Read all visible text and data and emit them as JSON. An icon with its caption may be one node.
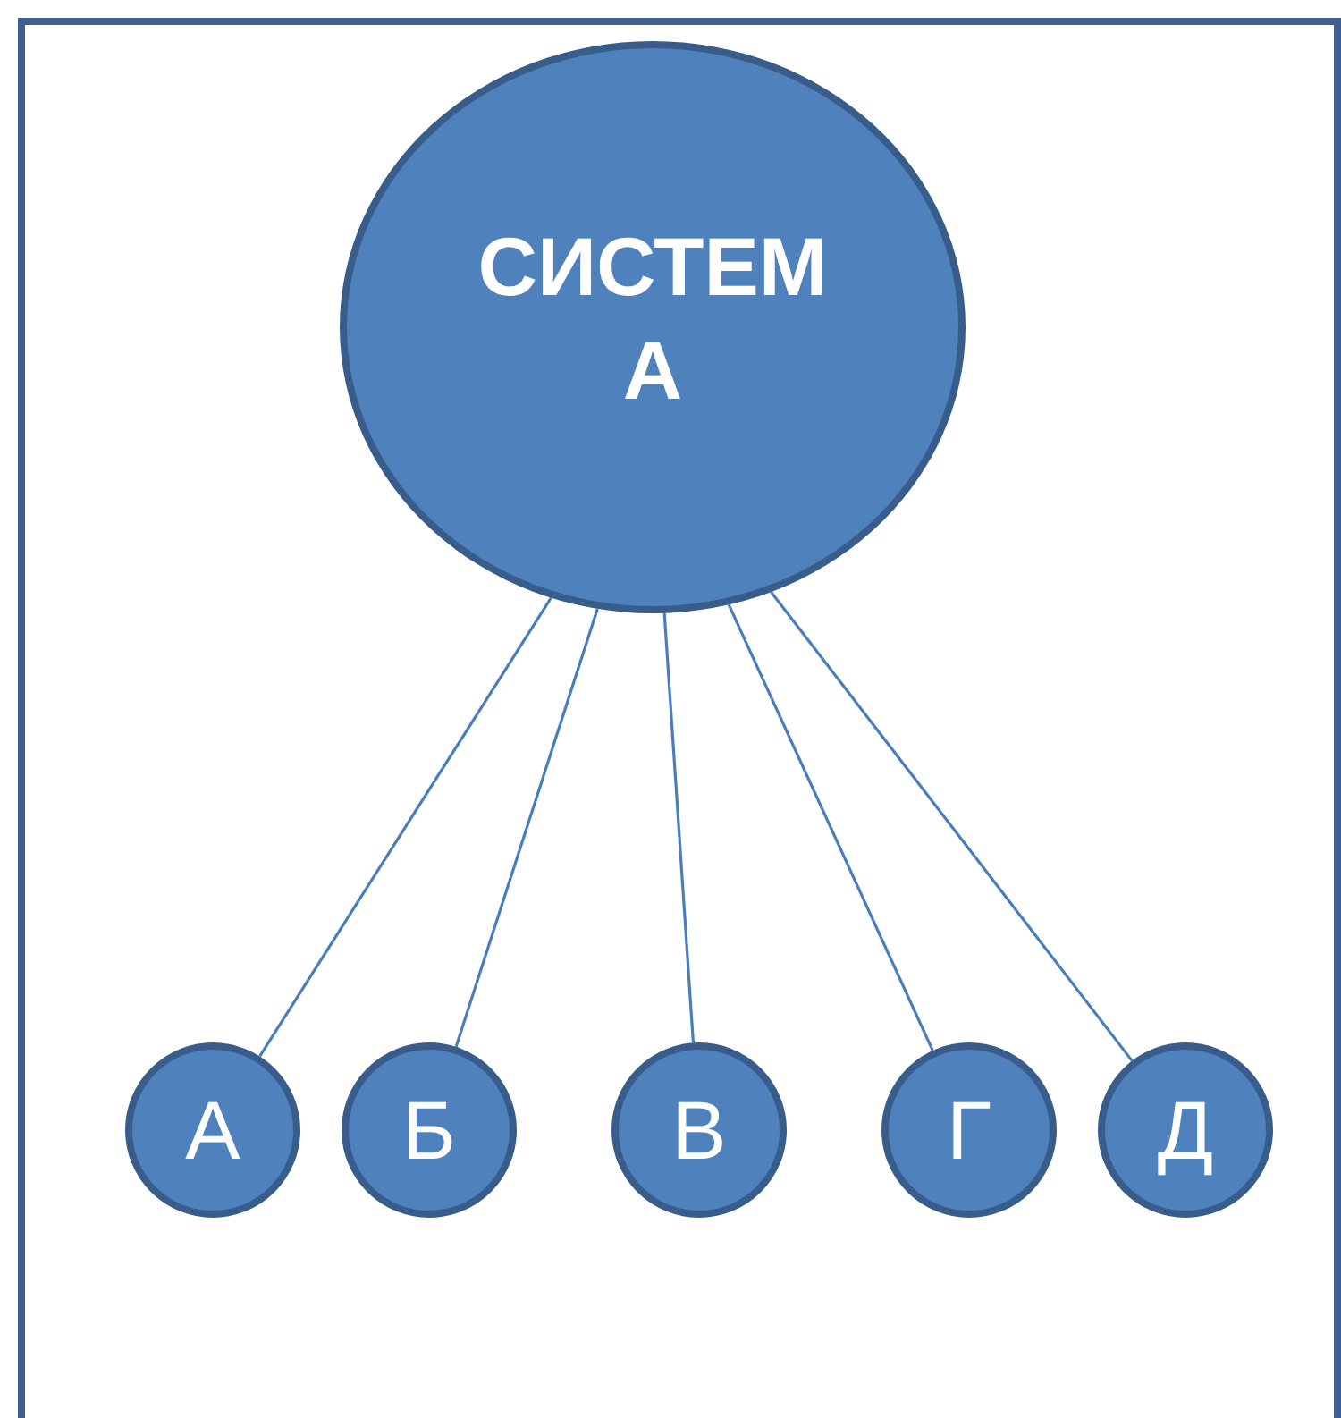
{
  "diagram": {
    "nodes": [
      {
        "text": [
          "СИСТЕМА"
        ]
      },
      {
        "text": [
          "А"
        ]
      },
      {
        "text": [
          "Б"
        ]
      },
      {
        "text": [
          "В"
        ]
      },
      {
        "text": [
          "Г"
        ]
      },
      {
        "text": [
          "Д"
        ]
      }
    ],
    "edges": [
      {
        "from": 0,
        "to": 1,
        "arrow": "none"
      },
      {
        "from": 0,
        "to": 2,
        "arrow": "none"
      },
      {
        "from": 0,
        "to": 3,
        "arrow": "none"
      },
      {
        "from": 0,
        "to": 4,
        "arrow": "none"
      },
      {
        "from": 0,
        "to": 5,
        "arrow": "none"
      }
    ]
  }
}
